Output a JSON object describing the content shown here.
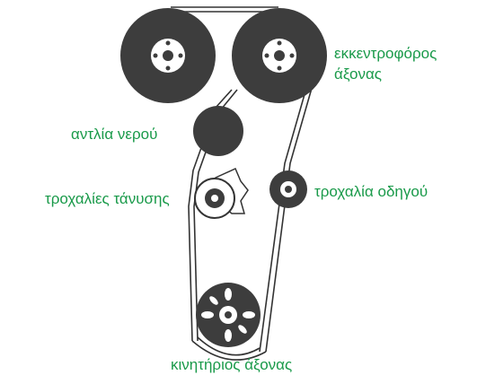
{
  "labels": {
    "camshaft_line1": "εκκεντροφόρος",
    "camshaft_line2": "άξονας",
    "water_pump": "αντλία νερού",
    "tensioner_pulleys": "τροχαλίες τάνυσης",
    "guide_pulley": "τροχαλία οδηγού",
    "crankshaft": "κινητήριος άξονας"
  },
  "colors": {
    "label_text": "#1a9a4a",
    "pulley_fill": "#3d3d3d",
    "belt_stroke": "#333333",
    "background": "#ffffff"
  }
}
